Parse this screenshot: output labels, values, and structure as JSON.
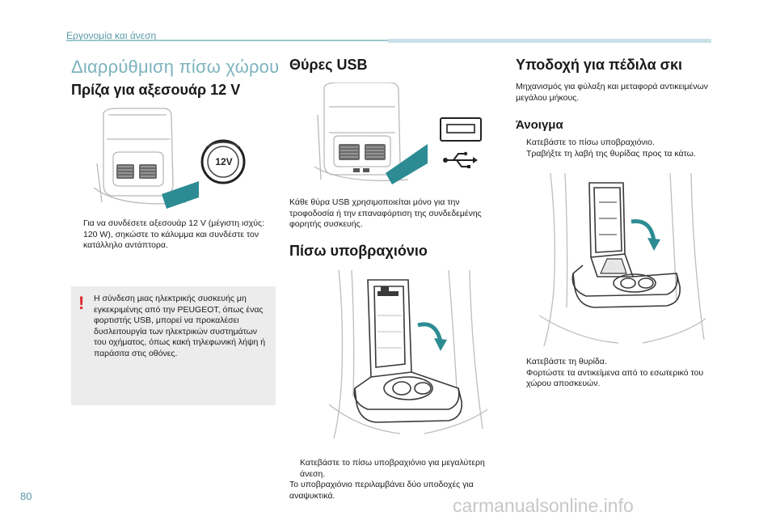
{
  "header": {
    "chapter": "Εργονομία και άνεση"
  },
  "page_number": "80",
  "section_title": "Διαρρύθμιση πίσω χώρου",
  "col1": {
    "heading": "Πρίζα για αξεσουάρ 12 V",
    "socket_label": "12V",
    "bullet": "Για να συνδέσετε αξεσουάρ 12 V (μέγιστη ισχύς: 120 W), σηκώστε το κάλυμμα και συνδέστε τον κατάλληλο αντάπτορα.",
    "warning": {
      "mark": "!",
      "text": "Η σύνδεση μιας ηλεκτρικής συσκευής μη εγκεκριμένης από την PEUGEOT, όπως ένας φορτιστής USB, μπορεί να προκαλέσει δυσλειτουργία των ηλεκτρικών συστημάτων του οχήματος, όπως κακή τηλεφωνική λήψη ή παράσιτα στις οθόνες."
    }
  },
  "col2": {
    "heading_usb": "Θύρες USB",
    "usb_text": "Κάθε θύρα USB χρησιμοποιείται μόνο για την τροφοδοσία ή την επαναφόρτιση της συνδεδεμένης φορητής συσκευής.",
    "heading_armrest": "Πίσω υποβραχιόνιο",
    "bullet": "Κατεβάστε το πίσω υποβραχιόνιο για μεγαλύτερη άνεση.",
    "note": "Το υποβραχιόνιο περιλαμβάνει δύο υποδοχές για αναψυκτικά."
  },
  "col3": {
    "heading": "Υποδοχή για πέδιλα σκι",
    "intro": "Μηχανισμός για φύλαξη και μεταφορά αντικειμένων μεγάλου μήκους.",
    "subheading": "Άνοιγμα",
    "bullets_open": [
      "Κατεβάστε το πίσω υποβραχιόνιο.",
      "Τραβήξτε τη λαβή της θυρίδας προς τα κάτω."
    ],
    "bullets_after": [
      "Κατεβάστε τη θυρίδα.",
      "Φορτώστε τα αντικείμενα από το εσωτερικό του χώρου αποσκευών."
    ]
  },
  "bullet_marker": "",
  "watermark": "carmanualsonline.info",
  "colors": {
    "accent": "#7db3bd",
    "header_text": "#5a9aa6",
    "warning_red": "#e0262b",
    "callout_teal": "#2d8c93",
    "warning_bg": "#ececec"
  }
}
